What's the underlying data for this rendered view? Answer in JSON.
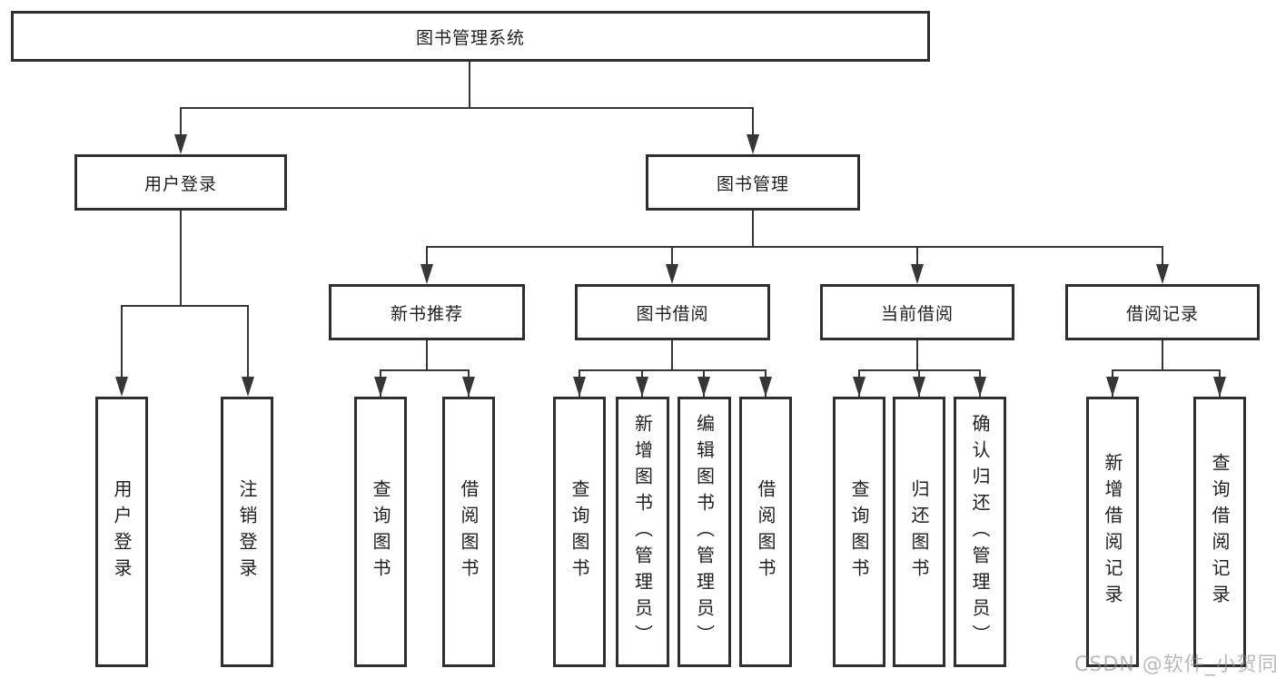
{
  "tree": {
    "root": "图书管理系统",
    "branches": [
      {
        "label": "用户登录",
        "children": [
          "用户登录",
          "注销登录"
        ]
      },
      {
        "label": "图书管理",
        "groups": [
          {
            "label": "新书推荐",
            "children": [
              "查询图书",
              "借阅图书"
            ]
          },
          {
            "label": "图书借阅",
            "children": [
              "查询图书",
              "新增图书（管理员）",
              "编辑图书（管理员）",
              "借阅图书"
            ]
          },
          {
            "label": "当前借阅",
            "children": [
              "查询图书",
              "归还图书",
              "确认归还（管理员）"
            ]
          },
          {
            "label": "借阅记录",
            "children": [
              "新增借阅记录",
              "查询借阅记录"
            ]
          }
        ]
      }
    ]
  },
  "watermark": "CSDN @软件_小贺同学",
  "colors": {
    "line": "#363636",
    "border": "#2f2f2f",
    "text": "#1f1f1f",
    "watermark": "#8f8f8f",
    "background": "#ffffff"
  }
}
